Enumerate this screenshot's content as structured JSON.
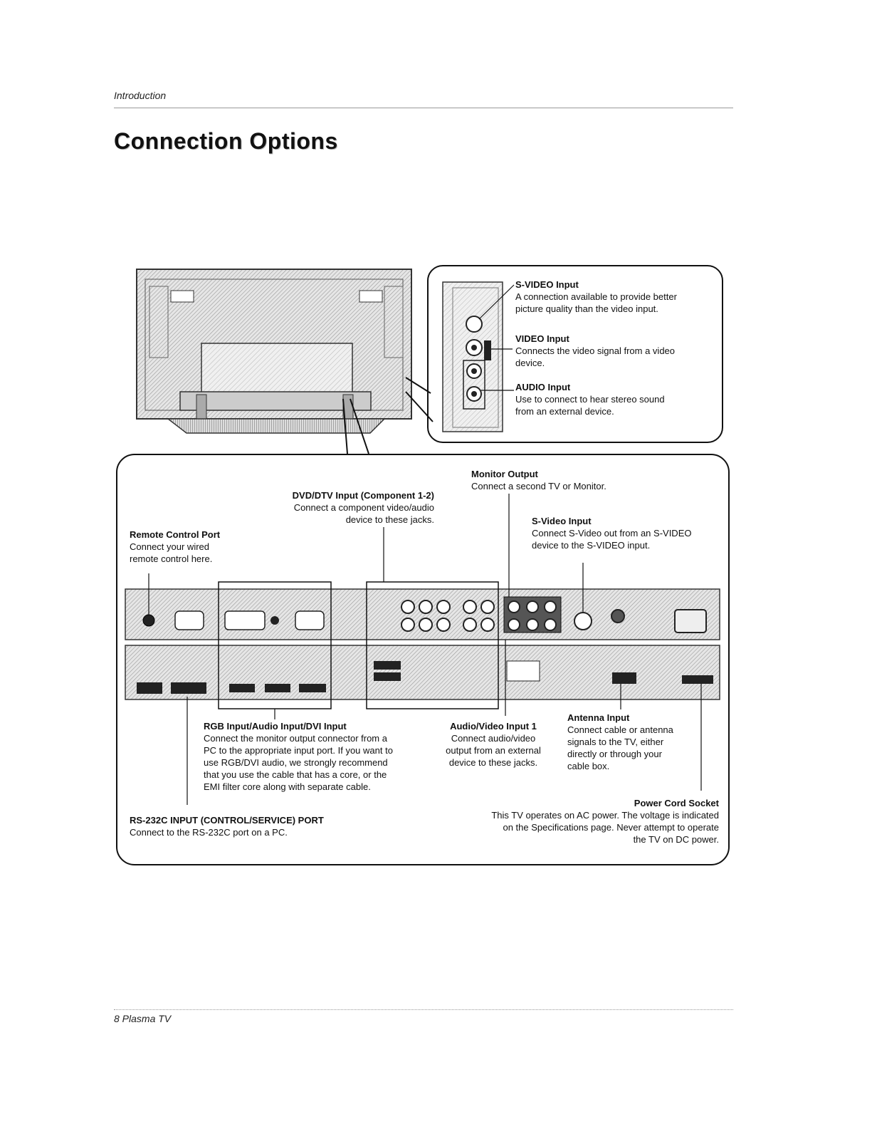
{
  "header": {
    "section": "Introduction",
    "title": "Connection Options"
  },
  "footer": {
    "page": "8  Plasma TV"
  },
  "side_panel": {
    "svideo": {
      "heading": "S-VIDEO Input",
      "desc": [
        "A connection available to provide better",
        "picture quality than the video input."
      ]
    },
    "video": {
      "heading": "VIDEO Input",
      "desc": [
        "Connects the video signal from a video",
        "device."
      ]
    },
    "audio": {
      "heading": "AUDIO Input",
      "desc": [
        "Use to connect to hear stereo sound",
        "from an external device."
      ]
    }
  },
  "rear_panel": {
    "monitor_output": {
      "heading": "Monitor Output",
      "desc": [
        "Connect a second TV or Monitor."
      ]
    },
    "dvd_dtv": {
      "heading": "DVD/DTV Input (Component 1-2)",
      "desc": [
        "Connect a component video/audio",
        "device to these jacks."
      ]
    },
    "svideo_input": {
      "heading": "S-Video Input",
      "desc": [
        "Connect S-Video out from an S-VIDEO",
        "device to the S-VIDEO input."
      ]
    },
    "remote_control": {
      "heading": "Remote Control Port",
      "desc": [
        "Connect your wired",
        "remote control here."
      ]
    },
    "rgb_dvi": {
      "heading": "RGB Input/Audio Input/DVI Input",
      "desc": [
        "Connect the monitor output connector from a",
        "PC to the appropriate input port. If you want to",
        "use RGB/DVI audio, we strongly recommend",
        "that you use the cable that has a core, or the",
        "EMI filter core along with separate cable."
      ]
    },
    "av_input1": {
      "heading": "Audio/Video Input 1",
      "desc": [
        "Connect audio/video",
        "output from an external",
        "device to these jacks."
      ]
    },
    "antenna": {
      "heading": "Antenna Input",
      "desc": [
        "Connect cable or antenna",
        "signals to the TV, either",
        "directly or through your",
        "cable box."
      ]
    },
    "power": {
      "heading": "Power Cord Socket",
      "desc": [
        "This TV operates on AC power. The voltage is indicated",
        "on the Specifications page. Never attempt to operate",
        "the TV on DC power."
      ]
    },
    "rs232c": {
      "heading": "RS-232C INPUT (CONTROL/SERVICE) PORT",
      "desc": [
        "Connect to the RS-232C port on a PC."
      ]
    }
  }
}
